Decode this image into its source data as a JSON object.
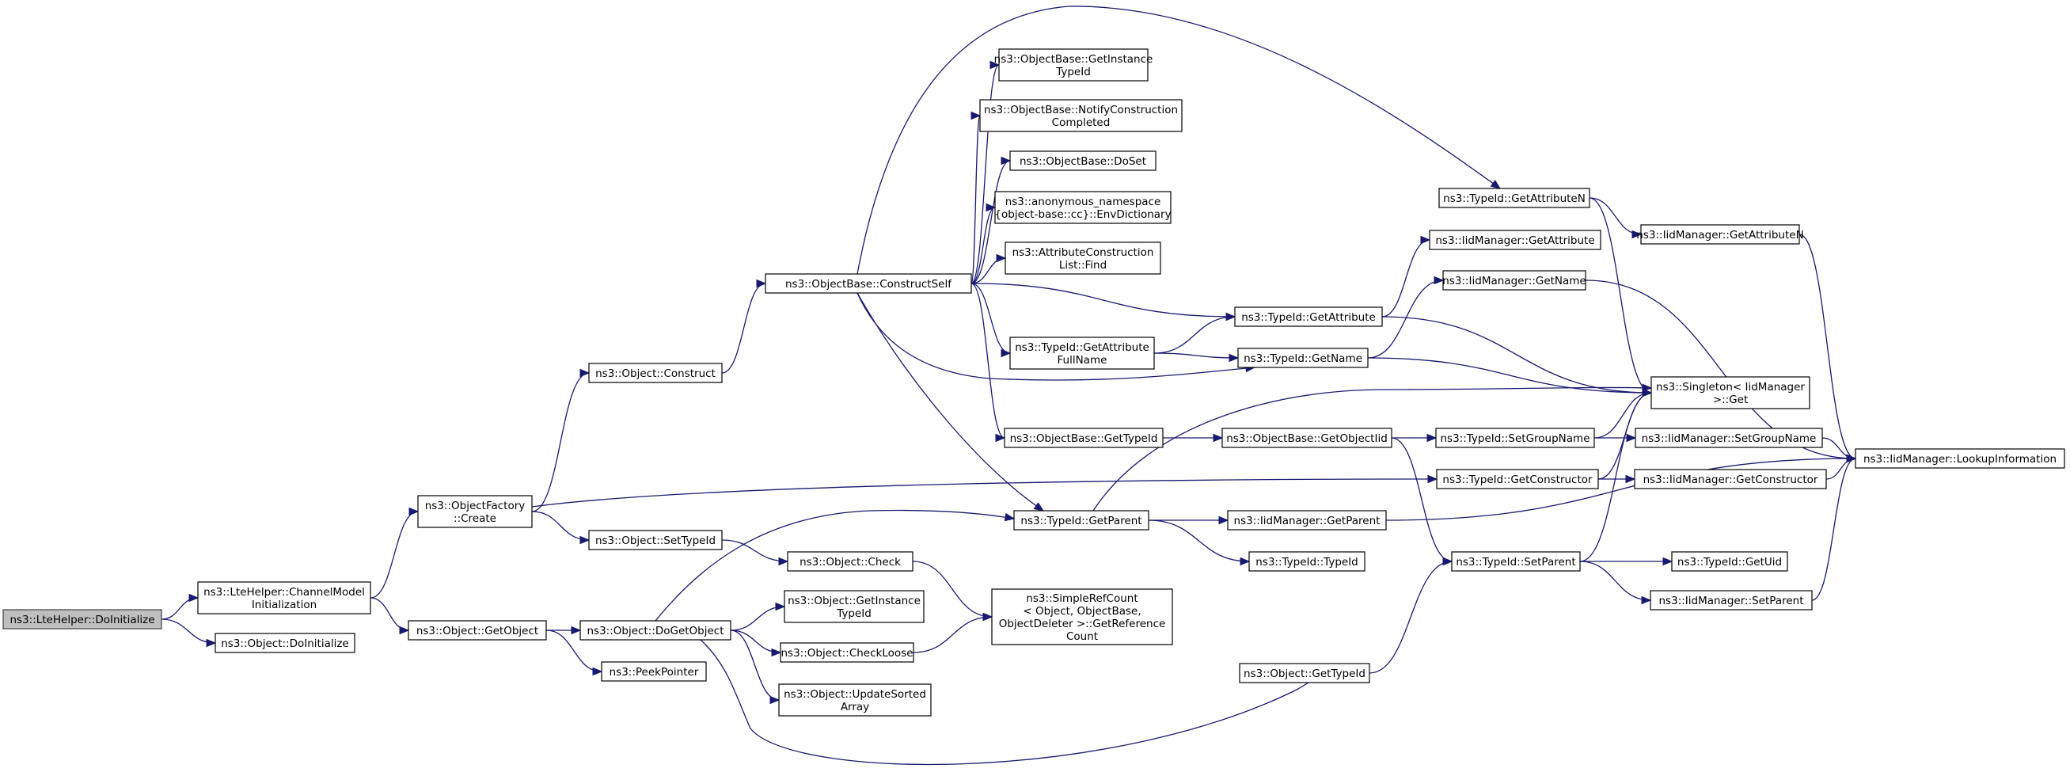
{
  "diagram": {
    "colors": {
      "edge": "#191970",
      "node_border": "#000000",
      "root_fill": "#bfbfbf",
      "background": "#ffffff"
    },
    "nodes": [
      {
        "id": "n0",
        "lines": [
          "ns3::LteHelper::DoInitialize"
        ],
        "root": true
      },
      {
        "id": "n1",
        "lines": [
          "ns3::LteHelper::ChannelModel",
          "Initialization"
        ]
      },
      {
        "id": "n2",
        "lines": [
          "ns3::Object::DoInitialize"
        ]
      },
      {
        "id": "n3",
        "lines": [
          "ns3::ObjectFactory",
          "::Create"
        ]
      },
      {
        "id": "n4",
        "lines": [
          "ns3::Object::GetObject"
        ]
      },
      {
        "id": "n5",
        "lines": [
          "ns3::Object::Construct"
        ]
      },
      {
        "id": "n6",
        "lines": [
          "ns3::Object::SetTypeId"
        ]
      },
      {
        "id": "n7",
        "lines": [
          "ns3::Object::DoGetObject"
        ]
      },
      {
        "id": "n8",
        "lines": [
          "ns3::PeekPointer"
        ]
      },
      {
        "id": "n9",
        "lines": [
          "ns3::ObjectBase::ConstructSelf"
        ]
      },
      {
        "id": "n10",
        "lines": [
          "ns3::Object::Check"
        ]
      },
      {
        "id": "n11",
        "lines": [
          "ns3::Object::GetInstance",
          "TypeId"
        ]
      },
      {
        "id": "n12",
        "lines": [
          "ns3::Object::CheckLoose"
        ]
      },
      {
        "id": "n13",
        "lines": [
          "ns3::Object::UpdateSorted",
          "Array"
        ]
      },
      {
        "id": "n14",
        "lines": [
          "ns3::ObjectBase::GetInstance",
          "TypeId"
        ]
      },
      {
        "id": "n15",
        "lines": [
          "ns3::ObjectBase::NotifyConstruction",
          "Completed"
        ]
      },
      {
        "id": "n16",
        "lines": [
          "ns3::ObjectBase::DoSet"
        ]
      },
      {
        "id": "n17",
        "lines": [
          "ns3::anonymous_namespace",
          "{object-base::cc}::EnvDictionary"
        ]
      },
      {
        "id": "n18",
        "lines": [
          "ns3::AttributeConstruction",
          "List::Find"
        ]
      },
      {
        "id": "n19",
        "lines": [
          "ns3::TypeId::GetAttribute",
          "FullName"
        ]
      },
      {
        "id": "n20",
        "lines": [
          "ns3::ObjectBase::GetTypeId"
        ]
      },
      {
        "id": "n21",
        "lines": [
          "ns3::TypeId::GetParent"
        ]
      },
      {
        "id": "n22",
        "lines": [
          "ns3::SimpleRefCount",
          "< Object, ObjectBase,",
          "ObjectDeleter >::GetReference",
          "Count"
        ]
      },
      {
        "id": "n23",
        "lines": [
          "ns3::TypeId::GetAttribute"
        ]
      },
      {
        "id": "n24",
        "lines": [
          "ns3::TypeId::GetName"
        ]
      },
      {
        "id": "n25",
        "lines": [
          "ns3::ObjectBase::GetObjectIid"
        ]
      },
      {
        "id": "n26",
        "lines": [
          "ns3::IidManager::GetParent"
        ]
      },
      {
        "id": "n27",
        "lines": [
          "ns3::TypeId::TypeId"
        ]
      },
      {
        "id": "n28",
        "lines": [
          "ns3::Object::GetTypeId"
        ]
      },
      {
        "id": "n29",
        "lines": [
          "ns3::TypeId::GetAttributeN"
        ]
      },
      {
        "id": "n30",
        "lines": [
          "ns3::IidManager::GetAttribute"
        ]
      },
      {
        "id": "n31",
        "lines": [
          "ns3::IidManager::GetName"
        ]
      },
      {
        "id": "n32",
        "lines": [
          "ns3::TypeId::SetGroupName"
        ]
      },
      {
        "id": "n33",
        "lines": [
          "ns3::TypeId::GetConstructor"
        ]
      },
      {
        "id": "n34",
        "lines": [
          "ns3::TypeId::SetParent"
        ]
      },
      {
        "id": "n35",
        "lines": [
          "ns3::IidManager::GetAttributeN"
        ]
      },
      {
        "id": "n36",
        "lines": [
          "ns3::Singleton< IidManager",
          ">::Get"
        ]
      },
      {
        "id": "n37",
        "lines": [
          "ns3::IidManager::SetGroupName"
        ]
      },
      {
        "id": "n38",
        "lines": [
          "ns3::IidManager::GetConstructor"
        ]
      },
      {
        "id": "n39",
        "lines": [
          "ns3::TypeId::GetUid"
        ]
      },
      {
        "id": "n40",
        "lines": [
          "ns3::IidManager::SetParent"
        ]
      },
      {
        "id": "n41",
        "lines": [
          "ns3::IidManager::LookupInformation"
        ]
      }
    ],
    "edges": [
      [
        "n0",
        "n1"
      ],
      [
        "n0",
        "n2"
      ],
      [
        "n1",
        "n3"
      ],
      [
        "n1",
        "n4"
      ],
      [
        "n3",
        "n5"
      ],
      [
        "n3",
        "n6"
      ],
      [
        "n3",
        "n33"
      ],
      [
        "n5",
        "n9"
      ],
      [
        "n6",
        "n10"
      ],
      [
        "n4",
        "n7"
      ],
      [
        "n4",
        "n8"
      ],
      [
        "n7",
        "n21"
      ],
      [
        "n7",
        "n11"
      ],
      [
        "n7",
        "n12"
      ],
      [
        "n7",
        "n13"
      ],
      [
        "n7",
        "n28"
      ],
      [
        "n9",
        "n29"
      ],
      [
        "n9",
        "n14"
      ],
      [
        "n9",
        "n15"
      ],
      [
        "n9",
        "n16"
      ],
      [
        "n9",
        "n17"
      ],
      [
        "n9",
        "n18"
      ],
      [
        "n9",
        "n23"
      ],
      [
        "n9",
        "n19"
      ],
      [
        "n9",
        "n24"
      ],
      [
        "n9",
        "n20"
      ],
      [
        "n9",
        "n21"
      ],
      [
        "n10",
        "n22"
      ],
      [
        "n12",
        "n22"
      ],
      [
        "n19",
        "n23"
      ],
      [
        "n19",
        "n24"
      ],
      [
        "n20",
        "n25"
      ],
      [
        "n21",
        "n36"
      ],
      [
        "n21",
        "n26"
      ],
      [
        "n21",
        "n27"
      ],
      [
        "n23",
        "n30"
      ],
      [
        "n23",
        "n36"
      ],
      [
        "n24",
        "n31"
      ],
      [
        "n24",
        "n36"
      ],
      [
        "n25",
        "n32"
      ],
      [
        "n25",
        "n34"
      ],
      [
        "n26",
        "n41"
      ],
      [
        "n28",
        "n34"
      ],
      [
        "n29",
        "n35"
      ],
      [
        "n29",
        "n36"
      ],
      [
        "n31",
        "n41"
      ],
      [
        "n32",
        "n36"
      ],
      [
        "n32",
        "n37"
      ],
      [
        "n33",
        "n36"
      ],
      [
        "n33",
        "n38"
      ],
      [
        "n34",
        "n36"
      ],
      [
        "n34",
        "n39"
      ],
      [
        "n34",
        "n40"
      ],
      [
        "n35",
        "n41"
      ],
      [
        "n37",
        "n41"
      ],
      [
        "n38",
        "n41"
      ],
      [
        "n40",
        "n41"
      ]
    ]
  }
}
